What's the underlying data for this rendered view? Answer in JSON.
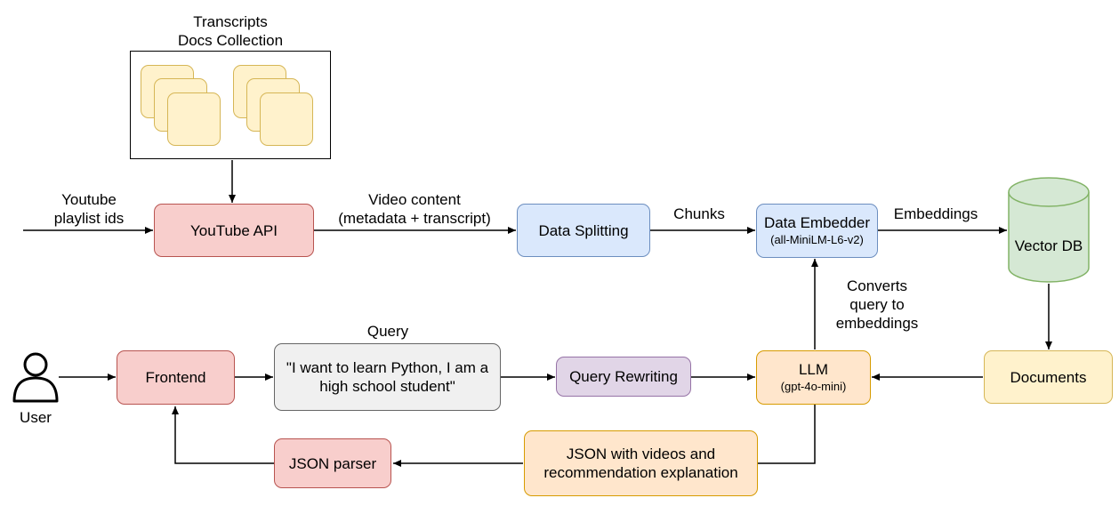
{
  "collection": {
    "title_line1": "Transcripts",
    "title_line2": "Docs Collection"
  },
  "labels": {
    "playlist_line1": "Youtube",
    "playlist_line2": "playlist ids",
    "video_content_line1": "Video content",
    "video_content_line2": "(metadata + transcript)",
    "chunks": "Chunks",
    "embeddings": "Embeddings",
    "converts_line1": "Converts",
    "converts_line2": "query to",
    "converts_line3": "embeddings",
    "query": "Query",
    "user": "User"
  },
  "nodes": {
    "youtube_api": "YouTube API",
    "data_splitting": "Data Splitting",
    "data_embedder": "Data Embedder",
    "data_embedder_model": "(all-MiniLM-L6-v2)",
    "vector_db": "Vector DB",
    "documents": "Documents",
    "llm": "LLM",
    "llm_model": "(gpt-4o-mini)",
    "frontend": "Frontend",
    "query_text_line1": "\"I want to learn Python, I am a",
    "query_text_line2": "high school student\"",
    "query_rewriting": "Query Rewriting",
    "json_output_line1": "JSON with videos and",
    "json_output_line2": "recommendation explanation",
    "json_parser": "JSON parser"
  },
  "colors": {
    "red_fill": "#f8cecc",
    "blue_fill": "#dae8fc",
    "purple_fill": "#e1d5e7",
    "orange_fill": "#ffe6cc",
    "yellow_fill": "#fff2cc",
    "green_fill": "#d5e8d4",
    "grey_fill": "#f0f0f0"
  }
}
